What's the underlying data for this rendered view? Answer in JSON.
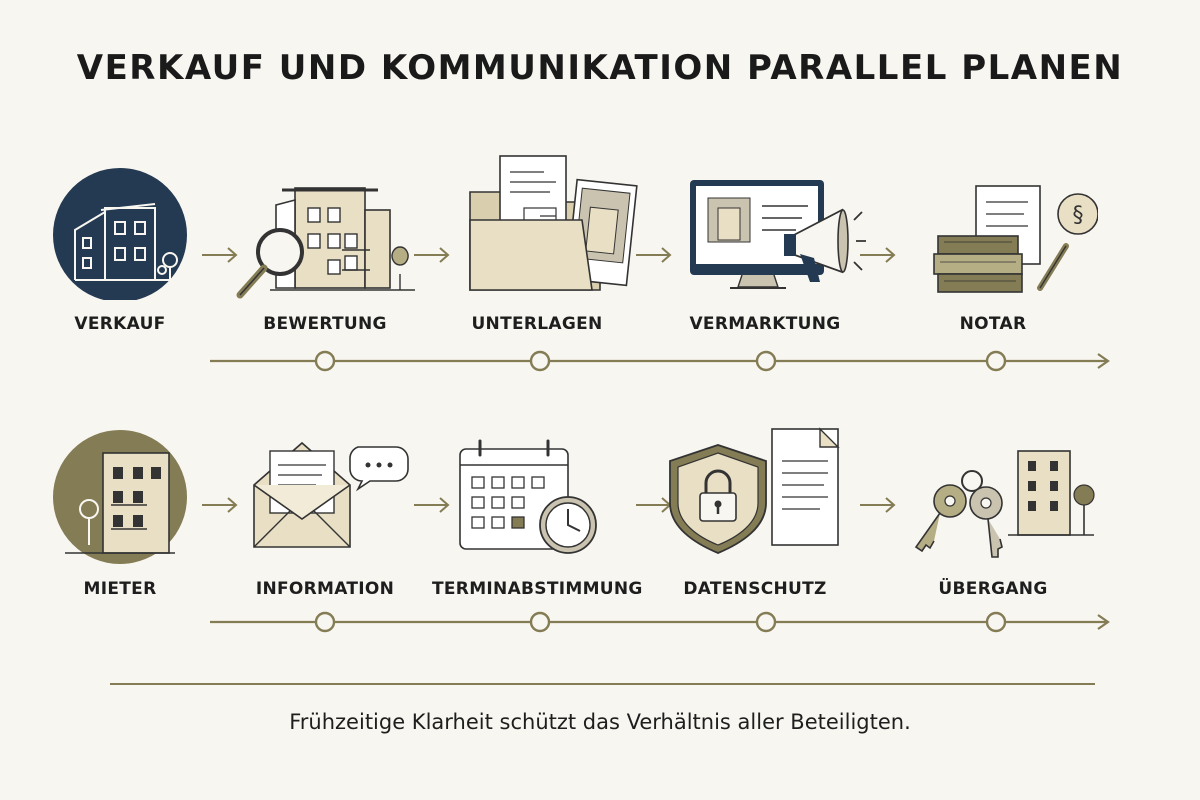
{
  "title": "VERKAUF UND KOMMUNIKATION PARALLEL PLANEN",
  "rows": [
    {
      "steps": [
        {
          "label": "VERKAUF",
          "icon": "house-icon"
        },
        {
          "label": "BEWERTUNG",
          "icon": "magnifier-building-icon"
        },
        {
          "label": "UNTERLAGEN",
          "icon": "folder-documents-icon"
        },
        {
          "label": "VERMARKTUNG",
          "icon": "monitor-megaphone-icon"
        },
        {
          "label": "NOTAR",
          "icon": "books-paragraph-icon"
        }
      ]
    },
    {
      "steps": [
        {
          "label": "MIETER",
          "icon": "apartment-icon"
        },
        {
          "label": "INFORMATION",
          "icon": "envelope-chat-icon"
        },
        {
          "label": "TERMINABSTIMMUNG",
          "icon": "calendar-clock-icon"
        },
        {
          "label": "DATENSCHUTZ",
          "icon": "shield-lock-icon"
        },
        {
          "label": "ÜBERGANG",
          "icon": "keys-building-icon"
        }
      ]
    }
  ],
  "footer": "Frühzeitige Klarheit schützt das Verhältnis aller Beteiligten.",
  "colors": {
    "navy": "#243a52",
    "olive": "#837c55",
    "beige": "#e8dfc4",
    "background": "#f8f6f0"
  }
}
